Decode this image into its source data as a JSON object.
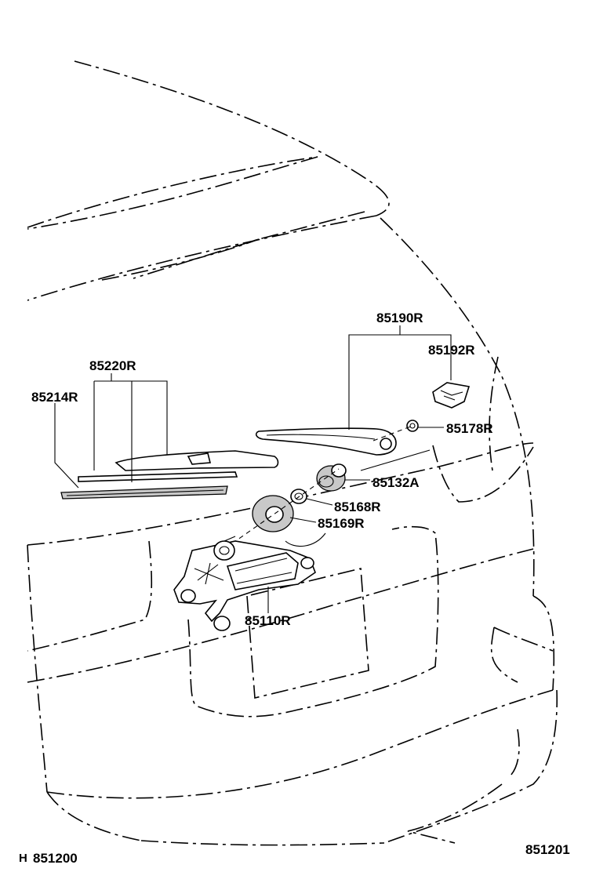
{
  "labels": {
    "p85190R": "85190R",
    "p85192R": "85192R",
    "p85220R": "85220R",
    "p85214R": "85214R",
    "p85178R": "85178R",
    "p85132A": "85132A",
    "p85168R": "85168R",
    "p85169R": "85169R",
    "p85110R": "85110R"
  },
  "footer": {
    "left_marker": "H",
    "left_code": "851200",
    "right_code": "851201"
  }
}
